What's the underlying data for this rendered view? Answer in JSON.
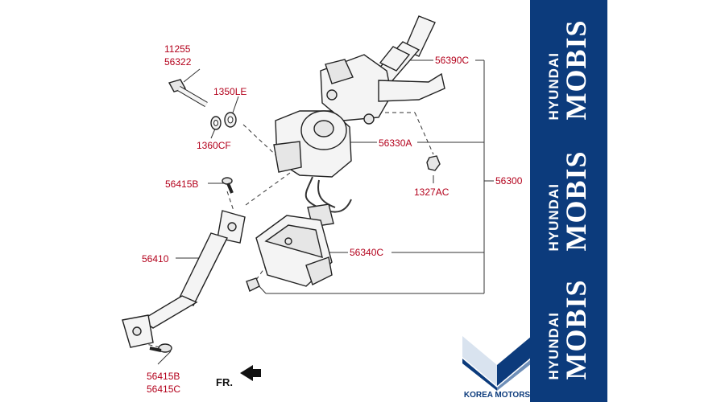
{
  "diagram": {
    "part_labels": {
      "p11255": "11255",
      "p56322": "56322",
      "p1350LE": "1350LE",
      "p1360CF": "1360CF",
      "p56415B_top": "56415B",
      "p56410": "56410",
      "p56390C": "56390C",
      "p56330A": "56330A",
      "p1327AC": "1327AC",
      "p56300": "56300",
      "p56340C": "56340C",
      "p56415B_bottom": "56415B",
      "p56415C": "56415C"
    },
    "direction_label": "FR."
  },
  "brand_panel": {
    "blocks": [
      {
        "line1": "HYUNDAI",
        "line2": "MOBIS"
      },
      {
        "line1": "HYUNDAI",
        "line2": "MOBIS"
      },
      {
        "line1": "HYUNDAI",
        "line2": "MOBIS"
      }
    ],
    "background_color": "#0c3b7c"
  },
  "logo": {
    "text": "KOREA MOTORS",
    "colors": {
      "primary": "#0c3b7c",
      "accent": "#d9e3ef"
    }
  },
  "colors": {
    "label_red": "#b3001b",
    "line": "#333333"
  }
}
